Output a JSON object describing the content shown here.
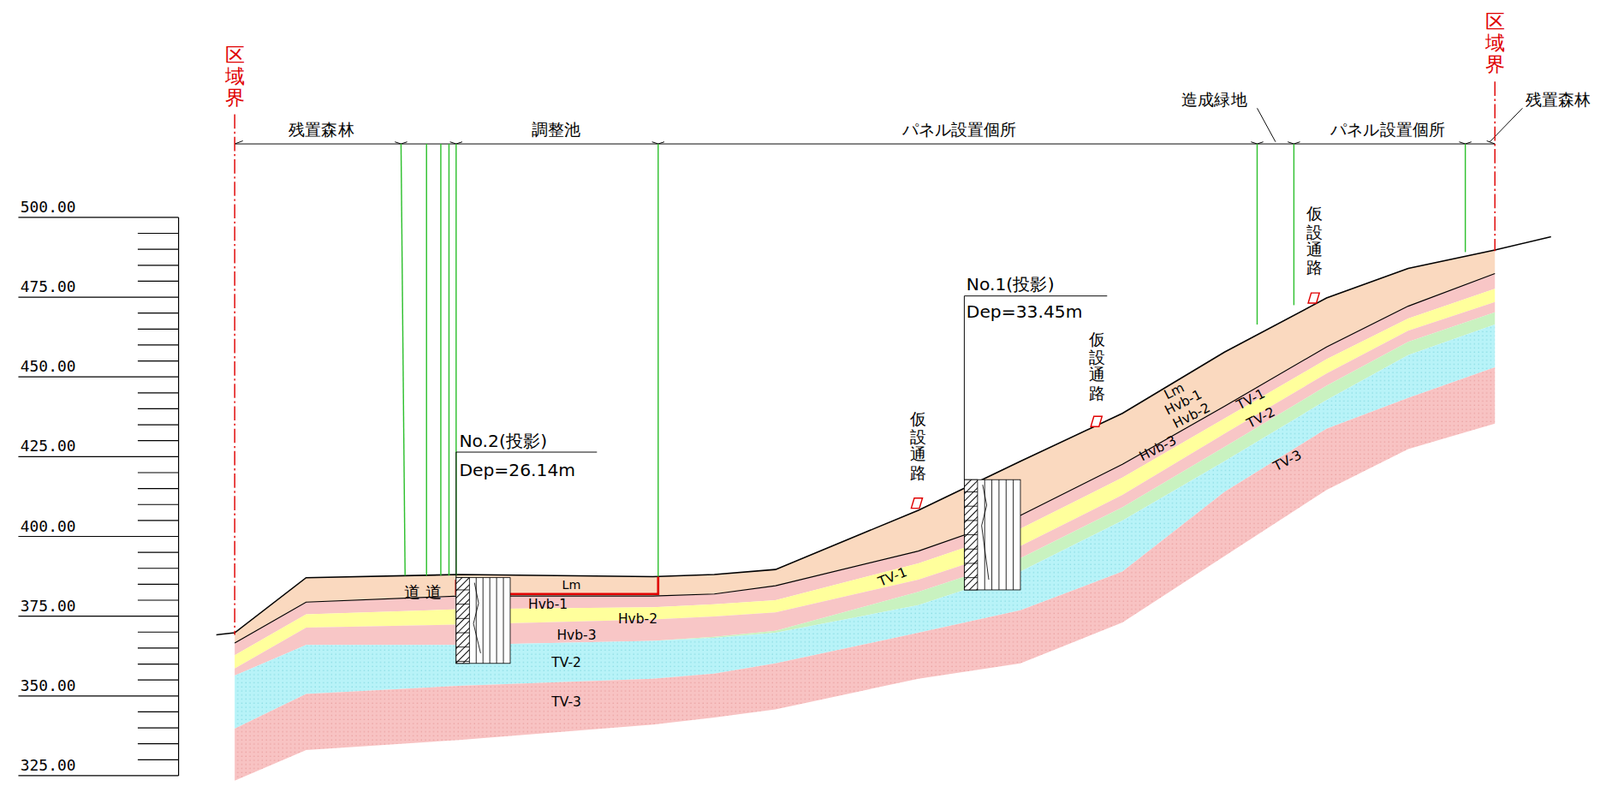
{
  "diagram": {
    "labels": [
      "区域界",
      "区域界",
      "残置森林",
      "調整池",
      "パネル設置個所",
      "造成緑地",
      "パネル設置個所",
      "残置森林",
      "500.00",
      "475.00",
      "450.00",
      "425.00",
      "400.00",
      "375.00",
      "350.00",
      "325.00",
      "No.2(投影)",
      "Dep=26.14m",
      "No.1(投影)",
      "Dep=33.45m",
      "仮設通路",
      "仮設通路",
      "仮設通路",
      "道",
      "道",
      "Lm",
      "Hvb-1",
      "Hvb-2",
      "Hvb-3",
      "TV-2",
      "TV-3",
      "TV-1",
      "Lm",
      "Hvb-1",
      "Hvb-2",
      "Hvb-3",
      "TV-1",
      "TV-2",
      "TV-3"
    ]
  }
}
